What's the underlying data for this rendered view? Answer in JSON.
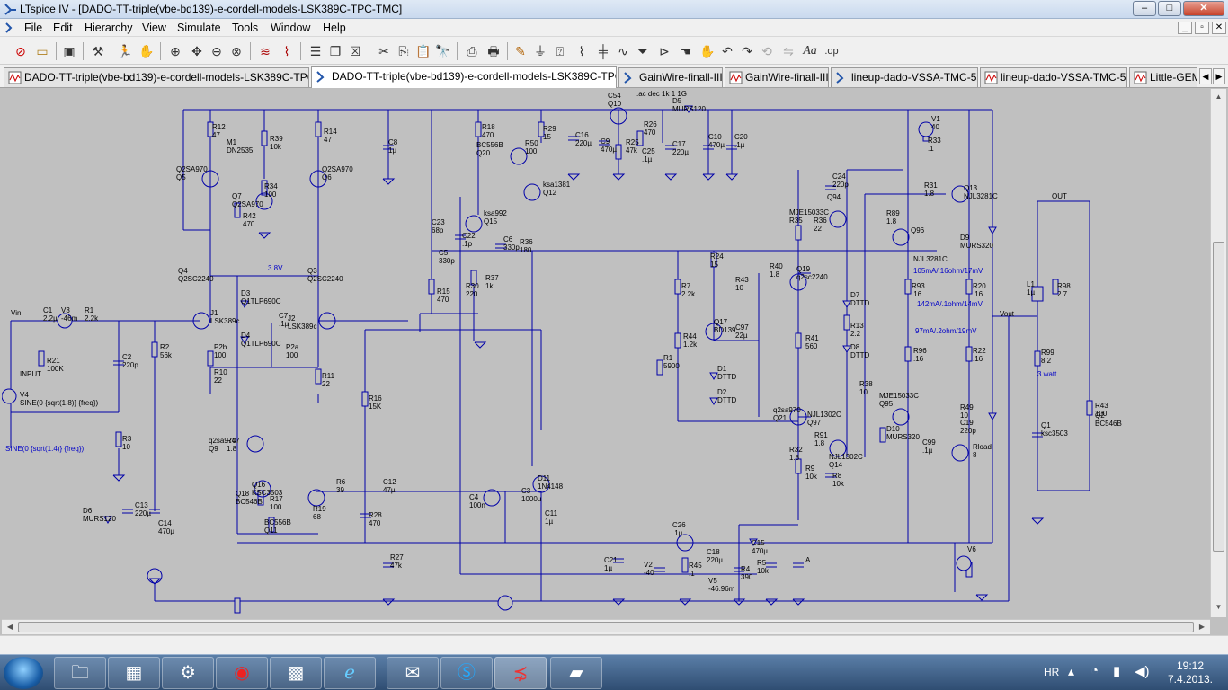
{
  "window": {
    "title": "LTspice IV - [DADO-TT-triple(vbe-bd139)-e-cordell-models-LSK389C-TPC-TMC]",
    "minimize": "–",
    "maximize": "□",
    "close": "✕"
  },
  "menu": {
    "items": [
      "File",
      "Edit",
      "Hierarchy",
      "View",
      "Simulate",
      "Tools",
      "Window",
      "Help"
    ],
    "mdi_min": "_",
    "mdi_restore": "▫",
    "mdi_close": "✕"
  },
  "toolbar": {
    "icons": [
      "open-schematic-icon",
      "open-file-icon",
      "save-icon",
      "control-panel-icon",
      "run-icon",
      "halt-icon",
      "zoom-in-icon",
      "pan-icon",
      "zoom-out-icon",
      "zoom-fit-icon",
      "waveform-icon",
      "autorange-icon",
      "tile-horizontal-icon",
      "cascade-icon",
      "close-window-icon",
      "cut-icon",
      "copy-icon",
      "paste-icon",
      "find-icon",
      "print-setup-icon",
      "print-icon",
      "draw-wire-icon",
      "ground-icon",
      "label-net-icon",
      "resistor-icon",
      "capacitor-icon",
      "inductor-icon",
      "diode-icon",
      "component-icon",
      "move-icon",
      "drag-icon",
      "undo-icon",
      "redo-icon",
      "rotate-icon",
      "mirror-icon",
      "text-icon",
      "spice-directive-icon"
    ]
  },
  "tabs": [
    {
      "label": "DADO-TT-triple(vbe-bd139)-e-cordell-models-LSK389C-TPC-TMC",
      "kind": "waveform"
    },
    {
      "label": "DADO-TT-triple(vbe-bd139)-e-cordell-models-LSK389C-TPC-TMC",
      "kind": "schematic",
      "active": true
    },
    {
      "label": "GainWire-finall-IIII",
      "kind": "schematic"
    },
    {
      "label": "GainWire-finall-IIII",
      "kind": "waveform"
    },
    {
      "label": "lineup-dado-VSSA-TMC-55V",
      "kind": "schematic"
    },
    {
      "label": "lineup-dado-VSSA-TMC-55V",
      "kind": "waveform"
    },
    {
      "label": "Little-GEM",
      "kind": "waveform"
    }
  ],
  "schematic_labels": [
    [
      "R12",
      "47"
    ],
    [
      "M1",
      "DN2535"
    ],
    [
      "R39",
      "10k"
    ],
    [
      "R14",
      "47"
    ],
    [
      "Q2SA970",
      "Q5"
    ],
    [
      "Q2SA970",
      "Q6"
    ],
    [
      "R34",
      "100"
    ],
    [
      "Q7",
      "Q2SA970"
    ],
    [
      "R42",
      "470"
    ],
    [
      "C8",
      "1µ"
    ],
    [
      "R18",
      "470"
    ],
    [
      "BC556B",
      "Q20"
    ],
    [
      "R50",
      "100"
    ],
    [
      "R29",
      "15"
    ],
    [
      "ksa1381",
      "Q12"
    ],
    [
      "ksa992",
      "Q15"
    ],
    [
      "C23",
      "68p"
    ],
    [
      "C22",
      ".1p"
    ],
    [
      "C5",
      "330p"
    ],
    [
      "C6",
      "330p"
    ],
    [
      "R36",
      "180"
    ],
    [
      "R15",
      "470"
    ],
    [
      "R30",
      "220"
    ],
    [
      "R37",
      "1k"
    ],
    [
      "C54",
      "Q10"
    ],
    [
      ".ac dec 1k 1 1G",
      ""
    ],
    [
      "D5",
      "MURS120"
    ],
    [
      "R26",
      "470"
    ],
    [
      "C16",
      "220µ"
    ],
    [
      "C9",
      "470µ"
    ],
    [
      "R25",
      "47k"
    ],
    [
      "C25",
      ".1µ"
    ],
    [
      "C17",
      "220µ"
    ],
    [
      "C10",
      "470µ"
    ],
    [
      "C20",
      ".1µ"
    ],
    [
      "V1",
      "40"
    ],
    [
      "R33",
      ".1"
    ],
    [
      "C24",
      "220p"
    ],
    [
      "Q94",
      ""
    ],
    [
      "MJE15033C",
      "R35"
    ],
    [
      "R36",
      "22"
    ],
    [
      "R31",
      "1.8"
    ],
    [
      "Q13",
      "NJL3281C"
    ],
    [
      "R89",
      "1.8"
    ],
    [
      "Q96",
      ""
    ],
    [
      "NJL3281C",
      ""
    ],
    [
      "D9",
      "MURS320"
    ],
    [
      "OUT",
      ""
    ],
    [
      "L1",
      "1µ"
    ],
    [
      "R98",
      "2.7"
    ],
    [
      "Q4",
      "Q2SC2240"
    ],
    [
      "Q3",
      "Q2SC2240"
    ],
    [
      "3.8V",
      ""
    ],
    [
      "D3",
      "Q1TLP690C"
    ],
    [
      "J1",
      "LSK389c"
    ],
    [
      "J2",
      "LSK389c"
    ],
    [
      "C7",
      ".1µ"
    ],
    [
      "D4",
      "Q1TLP690C"
    ],
    [
      "R24",
      "15"
    ],
    [
      "R7",
      "2.2k"
    ],
    [
      "R40",
      "1.8"
    ],
    [
      "Q19",
      "q2sc2240"
    ],
    [
      "R43",
      "10"
    ],
    [
      "R20",
      ".16"
    ],
    [
      "R93",
      ".16"
    ],
    [
      "105mA/.16ohm/17mV",
      ""
    ],
    [
      "142mA/.1ohm/14mV",
      ""
    ],
    [
      "97mA/.2ohm/19mV",
      ""
    ],
    [
      "Vout",
      ""
    ],
    [
      "Vin",
      ""
    ],
    [
      "C1",
      "2.2µ"
    ],
    [
      "V3",
      "-46m"
    ],
    [
      "R1",
      "2.2k"
    ],
    [
      "C2",
      "220p"
    ],
    [
      "R2",
      "56k"
    ],
    [
      "R21",
      "100K"
    ],
    [
      "INPUT",
      ""
    ],
    [
      "V4",
      "SINE(0 {sqrt(1.8)} {freq})"
    ],
    [
      "P2b",
      "100"
    ],
    [
      "P2a",
      "100"
    ],
    [
      "R10",
      "22"
    ],
    [
      "R11",
      "22"
    ],
    [
      "Q17",
      "BD139"
    ],
    [
      "R44",
      "1.2k"
    ],
    [
      "C97",
      "22µ"
    ],
    [
      "R41",
      "560"
    ],
    [
      "D7",
      "DTTD"
    ],
    [
      "R13",
      "2.2"
    ],
    [
      "D8",
      "DTTD"
    ],
    [
      "R96",
      ".16"
    ],
    [
      "R22",
      ".16"
    ],
    [
      "R99",
      "8.2"
    ],
    [
      "3 watt",
      ""
    ],
    [
      "R1",
      "5900"
    ],
    [
      "D1",
      "DTTD"
    ],
    [
      "D2",
      "DTTD"
    ],
    [
      "R16",
      "15K"
    ],
    [
      "SINE(0 {sqrt(1.4)} {freq})",
      ""
    ],
    [
      "R3",
      "10"
    ],
    [
      "q2sa970",
      "Q9"
    ],
    [
      "R47",
      "1.8"
    ],
    [
      "q2sa970",
      "Q21"
    ],
    [
      "NJL1302C",
      "Q97"
    ],
    [
      "R38",
      "10"
    ],
    [
      "MJE15033C",
      "Q95"
    ],
    [
      "R91",
      "1.8"
    ],
    [
      "R32",
      "1.8"
    ],
    [
      "NJL1302C",
      "Q14"
    ],
    [
      "D10",
      "MURS320"
    ],
    [
      "C99",
      ".1µ"
    ],
    [
      "Rload",
      "8"
    ],
    [
      "R49",
      "10"
    ],
    [
      "C19",
      "220p"
    ],
    [
      "Q1",
      "ksc3503"
    ],
    [
      "R43",
      "100"
    ],
    [
      "Q2",
      "BC546B"
    ],
    [
      "R9",
      "10k"
    ],
    [
      "R8",
      "10k"
    ],
    [
      "Q16",
      "KSC3503"
    ],
    [
      "Q18",
      "BC546B"
    ],
    [
      "R17",
      "100"
    ],
    [
      "R19",
      "68"
    ],
    [
      "R6",
      "39"
    ],
    [
      "C12",
      "47µ"
    ],
    [
      "D11",
      "1N4148"
    ],
    [
      "C4",
      "100n"
    ],
    [
      "C3",
      "1000µ"
    ],
    [
      "C11",
      "1µ"
    ],
    [
      "BC556B",
      "Q11"
    ],
    [
      "R28",
      "470"
    ],
    [
      "D6",
      "MURS120"
    ],
    [
      "C13",
      "220µ"
    ],
    [
      "C14",
      "470µ"
    ],
    [
      "R27",
      "47k"
    ],
    [
      "C26",
      ".1µ"
    ],
    [
      "C18",
      "220µ"
    ],
    [
      "C15",
      "470µ"
    ],
    [
      "C21",
      "1µ"
    ],
    [
      "V2",
      "-40"
    ],
    [
      "R45",
      ".1"
    ],
    [
      "V5",
      "-46.96m"
    ],
    [
      "R4",
      "390"
    ],
    [
      "R5",
      "10k"
    ],
    [
      "A",
      ""
    ],
    [
      "V6",
      ""
    ]
  ],
  "taskbar": {
    "apps": [
      "explorer-icon",
      "sandbox-icon",
      "settings-icon",
      "opera-icon",
      "scope-icon",
      "internet-explorer-icon",
      "mail-icon",
      "skype-icon",
      "ltspice-icon",
      "notes-icon"
    ],
    "lang": "HR",
    "time": "19:12",
    "date": "7.4.2013."
  }
}
